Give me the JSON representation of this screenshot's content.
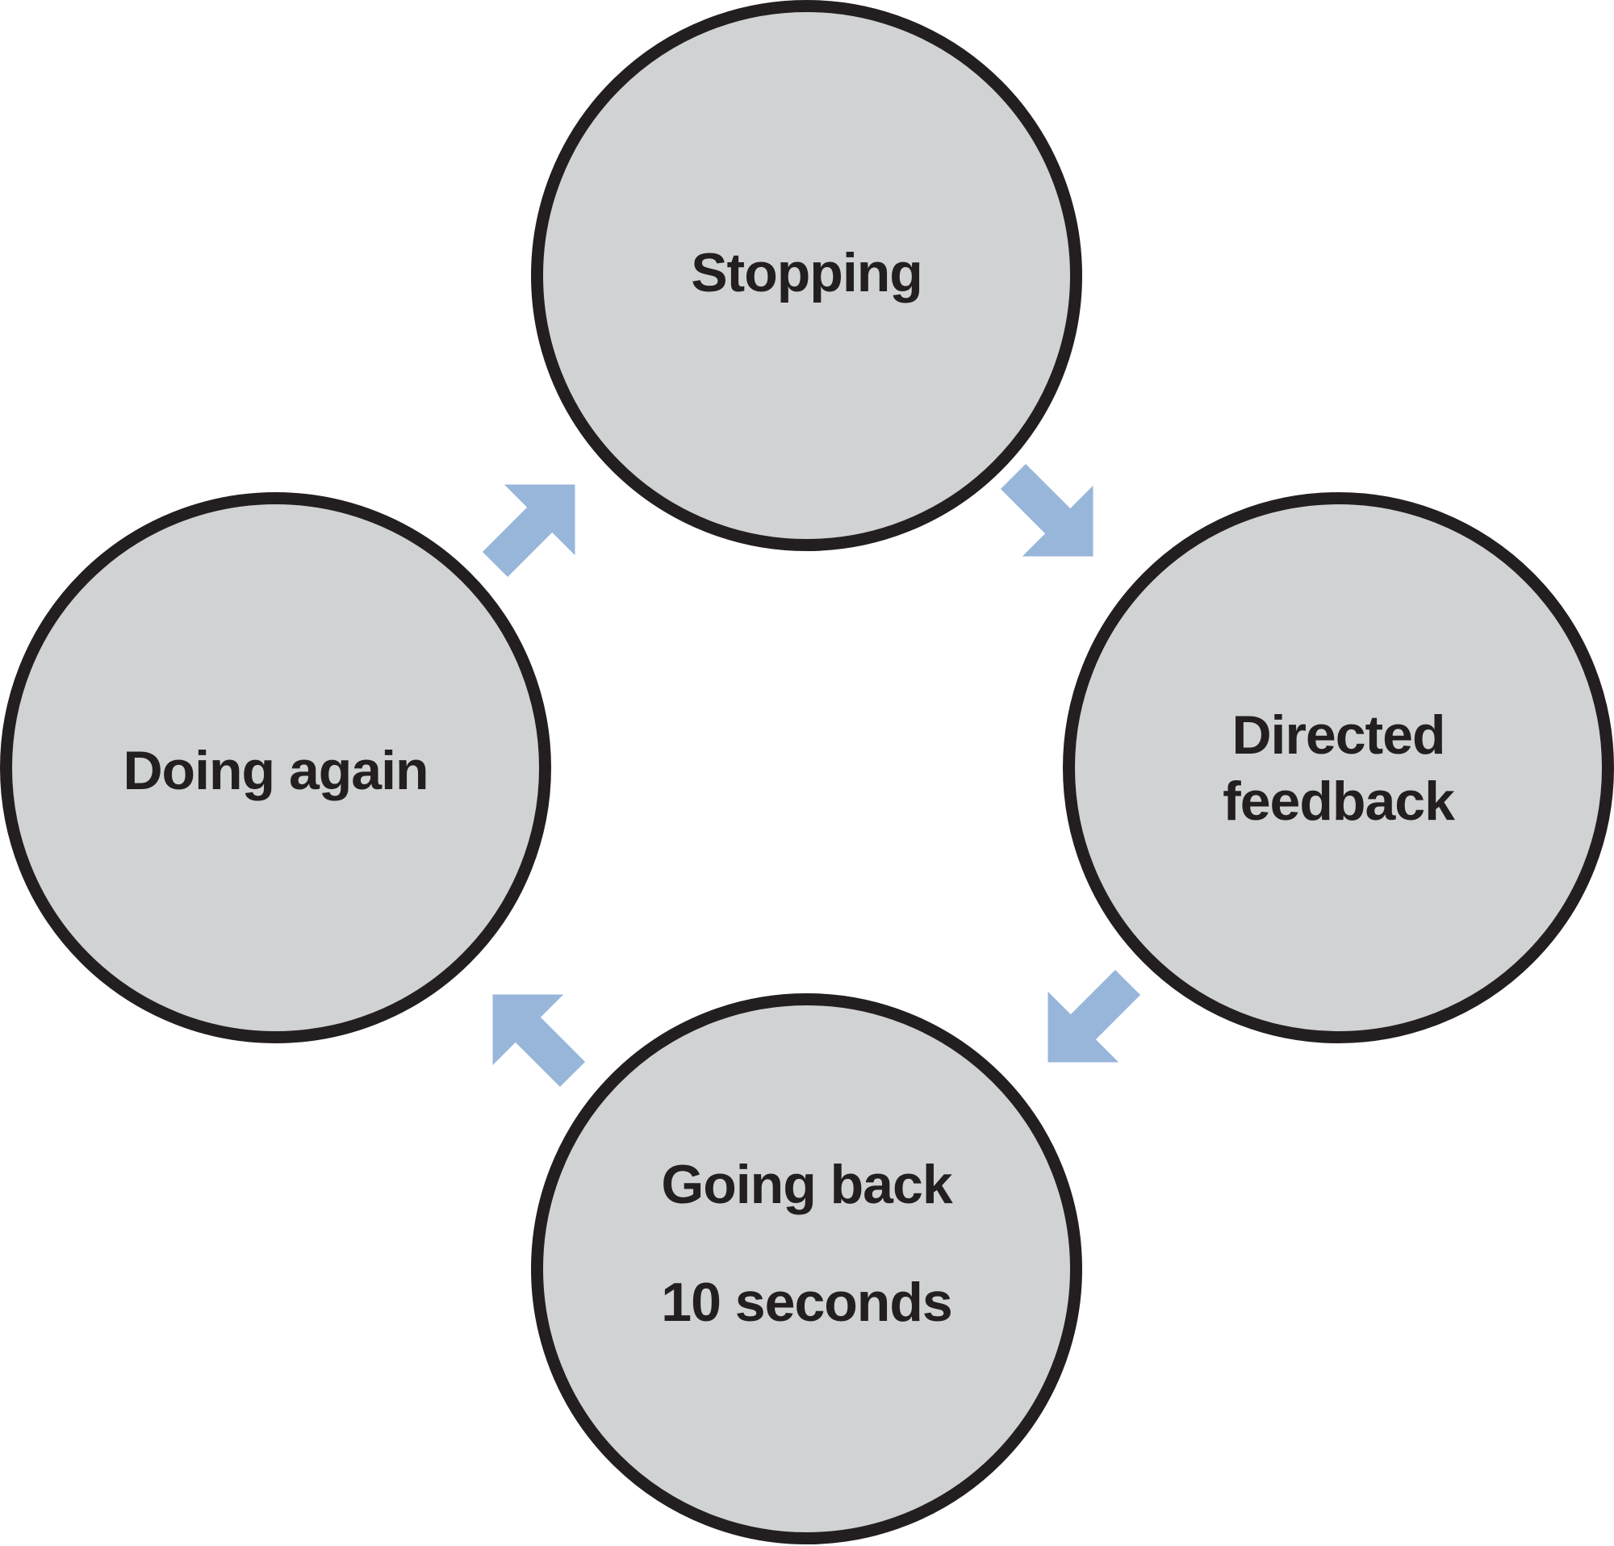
{
  "nodes": {
    "stopping": {
      "lines": [
        "Stopping"
      ]
    },
    "directed_feedback": {
      "lines": [
        "Directed",
        "feedback"
      ]
    },
    "going_back": {
      "lines": [
        "Going back",
        "10 seconds"
      ]
    },
    "doing_again": {
      "lines": [
        "Doing again"
      ]
    }
  },
  "colors": {
    "node_fill": "#d1d2d4",
    "node_stroke": "#231f20",
    "arrow_fill": "#98b6da",
    "text": "#231f20"
  }
}
